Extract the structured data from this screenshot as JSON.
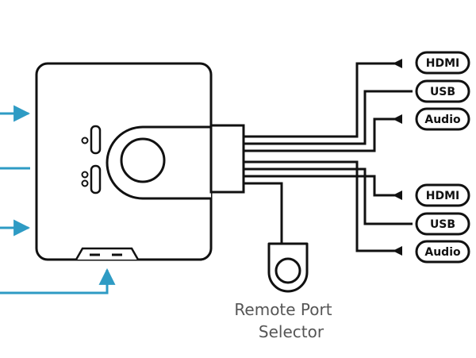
{
  "colors": {
    "line": "#111111",
    "arrow_blue": "#2e9bc4",
    "caption": "#555555",
    "background": "#ffffff"
  },
  "connectors": {
    "group1": [
      "HDMI",
      "USB",
      "Audio"
    ],
    "group2": [
      "HDMI",
      "USB",
      "Audio"
    ]
  },
  "caption": {
    "line1": "Remote Port",
    "line2": "Selector"
  },
  "icons": {
    "device": "kvm-switch-icon",
    "remote": "remote-port-selector-icon"
  }
}
